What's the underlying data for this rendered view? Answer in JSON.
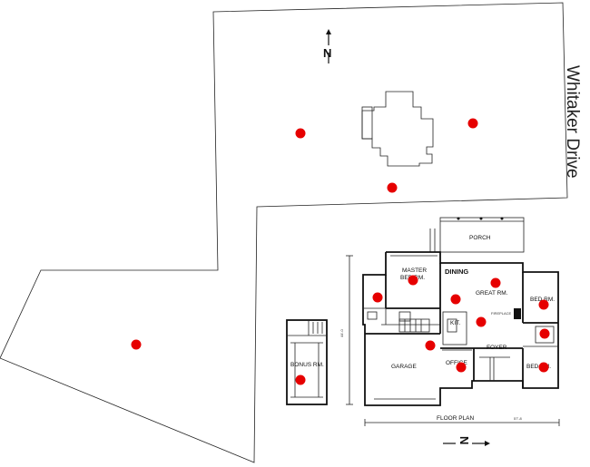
{
  "street": {
    "name": "Whitaker Drive"
  },
  "compass": {
    "label": "N"
  },
  "rooms": {
    "porch": "PORCH",
    "master_bed_line1": "MASTER",
    "master_bed_line2": "BED RM.",
    "dining": "DINING",
    "great_room": "GREAT RM.",
    "bed_room_1": "BED RM.",
    "kitchen": "KIT.",
    "foyer": "FOYER",
    "garage": "GARAGE",
    "office": "OFFICE",
    "bed_room_2": "BED RM.",
    "bonus_room": "BONUS RM.",
    "fireplace": "FIREPLACE"
  },
  "plan_title": "FLOOR PLAN",
  "dimensions": {
    "width": "57'-8",
    "depth": "44'-0"
  },
  "markers": {
    "color": "#e60000",
    "count": 15
  }
}
